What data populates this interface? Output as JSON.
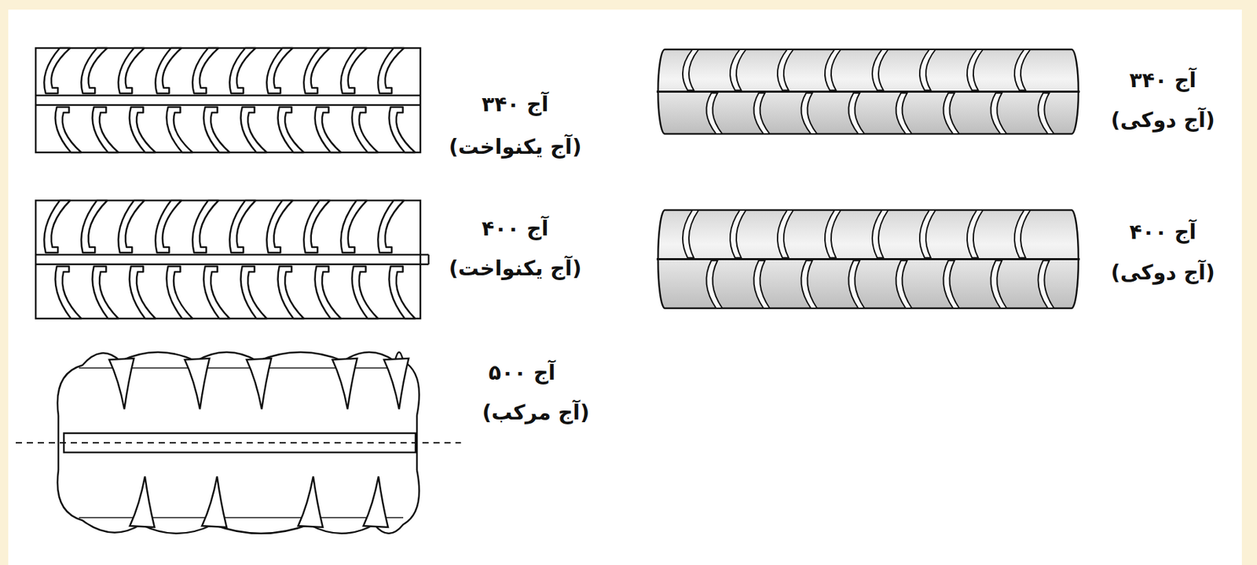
{
  "diagram": {
    "labels": [
      "آج ۳۴۰",
      "(آج دوکی)",
      "آج ۴۰۰",
      "(آج دوکی)",
      "آج ۳۴۰",
      "(آج یکنواخت)",
      "آج ۴۰۰",
      "(آج یکنواخت)",
      "آج ۵۰۰",
      "(آج مرکب)"
    ]
  }
}
